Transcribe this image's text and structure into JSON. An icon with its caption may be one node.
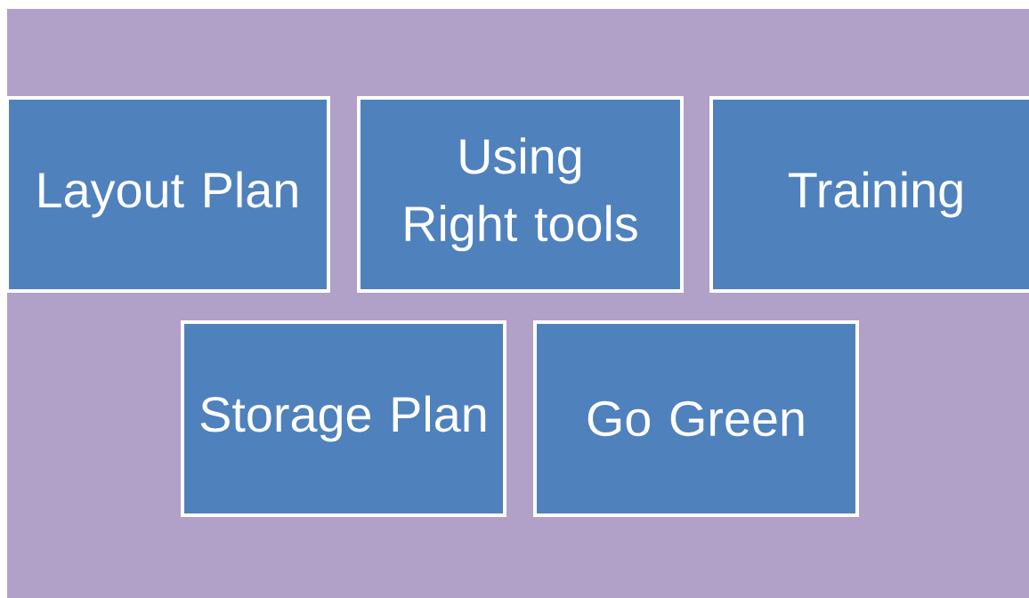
{
  "diagram": {
    "nodes": [
      {
        "text": [
          "Layout Plan"
        ]
      },
      {
        "text": [
          "Using Right tools"
        ]
      },
      {
        "text": [
          "Training"
        ]
      },
      {
        "text": [
          "Storage Plan"
        ]
      },
      {
        "text": [
          "Go Green"
        ]
      }
    ]
  }
}
